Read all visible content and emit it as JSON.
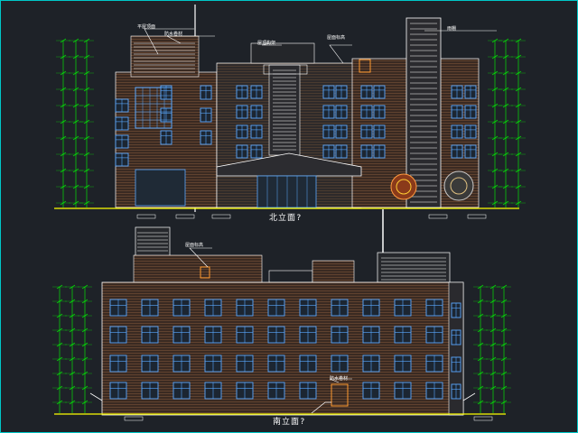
{
  "drawing": {
    "front_elevation_caption": "北立面?",
    "rear_elevation_caption": "南立面?",
    "front_labels": [
      "平屋顶面",
      "防水卷材",
      "屋顶构架",
      "屋面标高",
      "雨棚"
    ],
    "rear_labels": [
      "屋面标高",
      "防水卷材"
    ],
    "glyph_note": "?"
  },
  "colors": {
    "background": "#1e2228",
    "wall_hatch": "#6a4a30",
    "window": "#5aa8ff",
    "outline": "#ffffff",
    "dimension": "#00ff00",
    "ground": "#ffff00",
    "accent": "#ff3030",
    "frame": "#00c8c8"
  }
}
